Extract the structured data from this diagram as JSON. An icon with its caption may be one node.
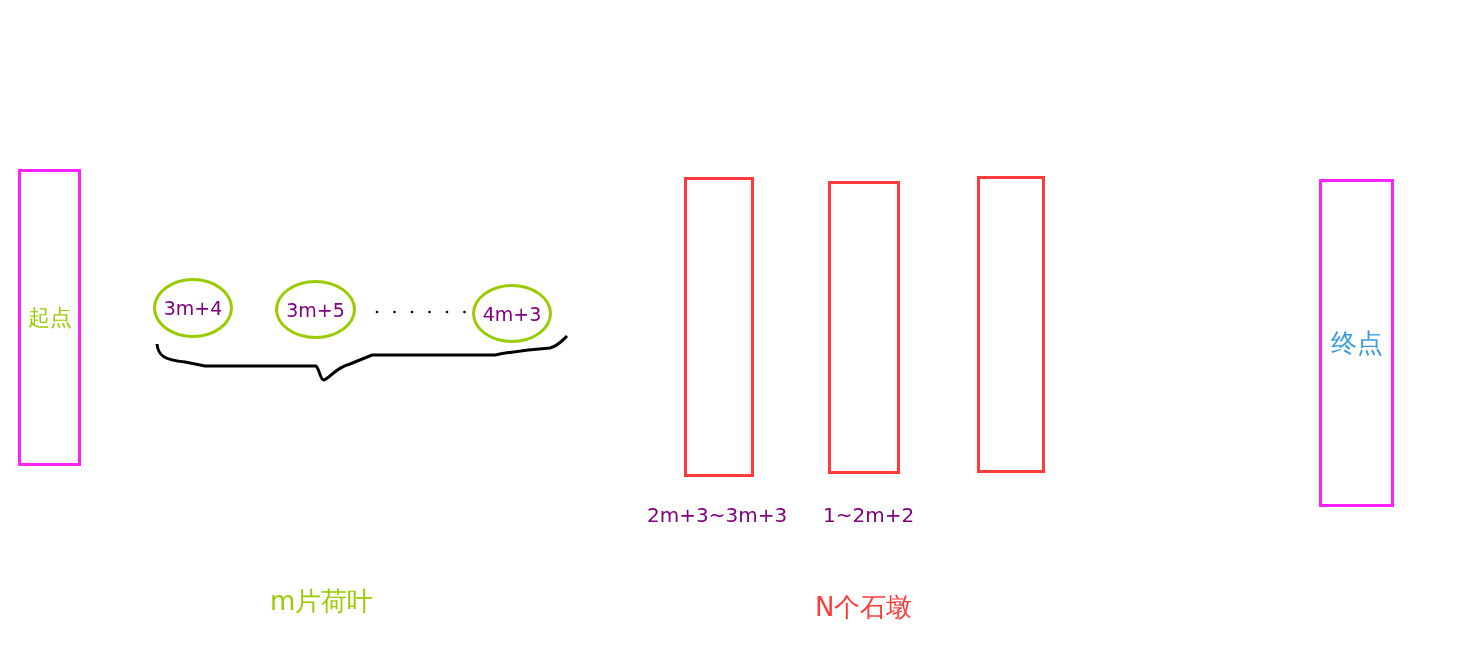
{
  "diagram": {
    "nodes": [
      {
        "text": [
          "起点"
        ]
      },
      {
        "text": [
          "3m+4"
        ]
      },
      {
        "text": [
          "3m+5"
        ]
      },
      {
        "text": [
          "4m+3"
        ]
      },
      {
        "text": [],
        "shape": "box",
        "beside": [
          "2m+3~3m+3"
        ]
      },
      {
        "text": [],
        "shape": "box",
        "beside": [
          "1~2m+2"
        ]
      },
      {
        "text": [],
        "shape": "box"
      },
      {
        "text": [
          "终点"
        ]
      }
    ],
    "edges": [],
    "labels": [
      "m片荷叶",
      "N个石墩"
    ]
  }
}
